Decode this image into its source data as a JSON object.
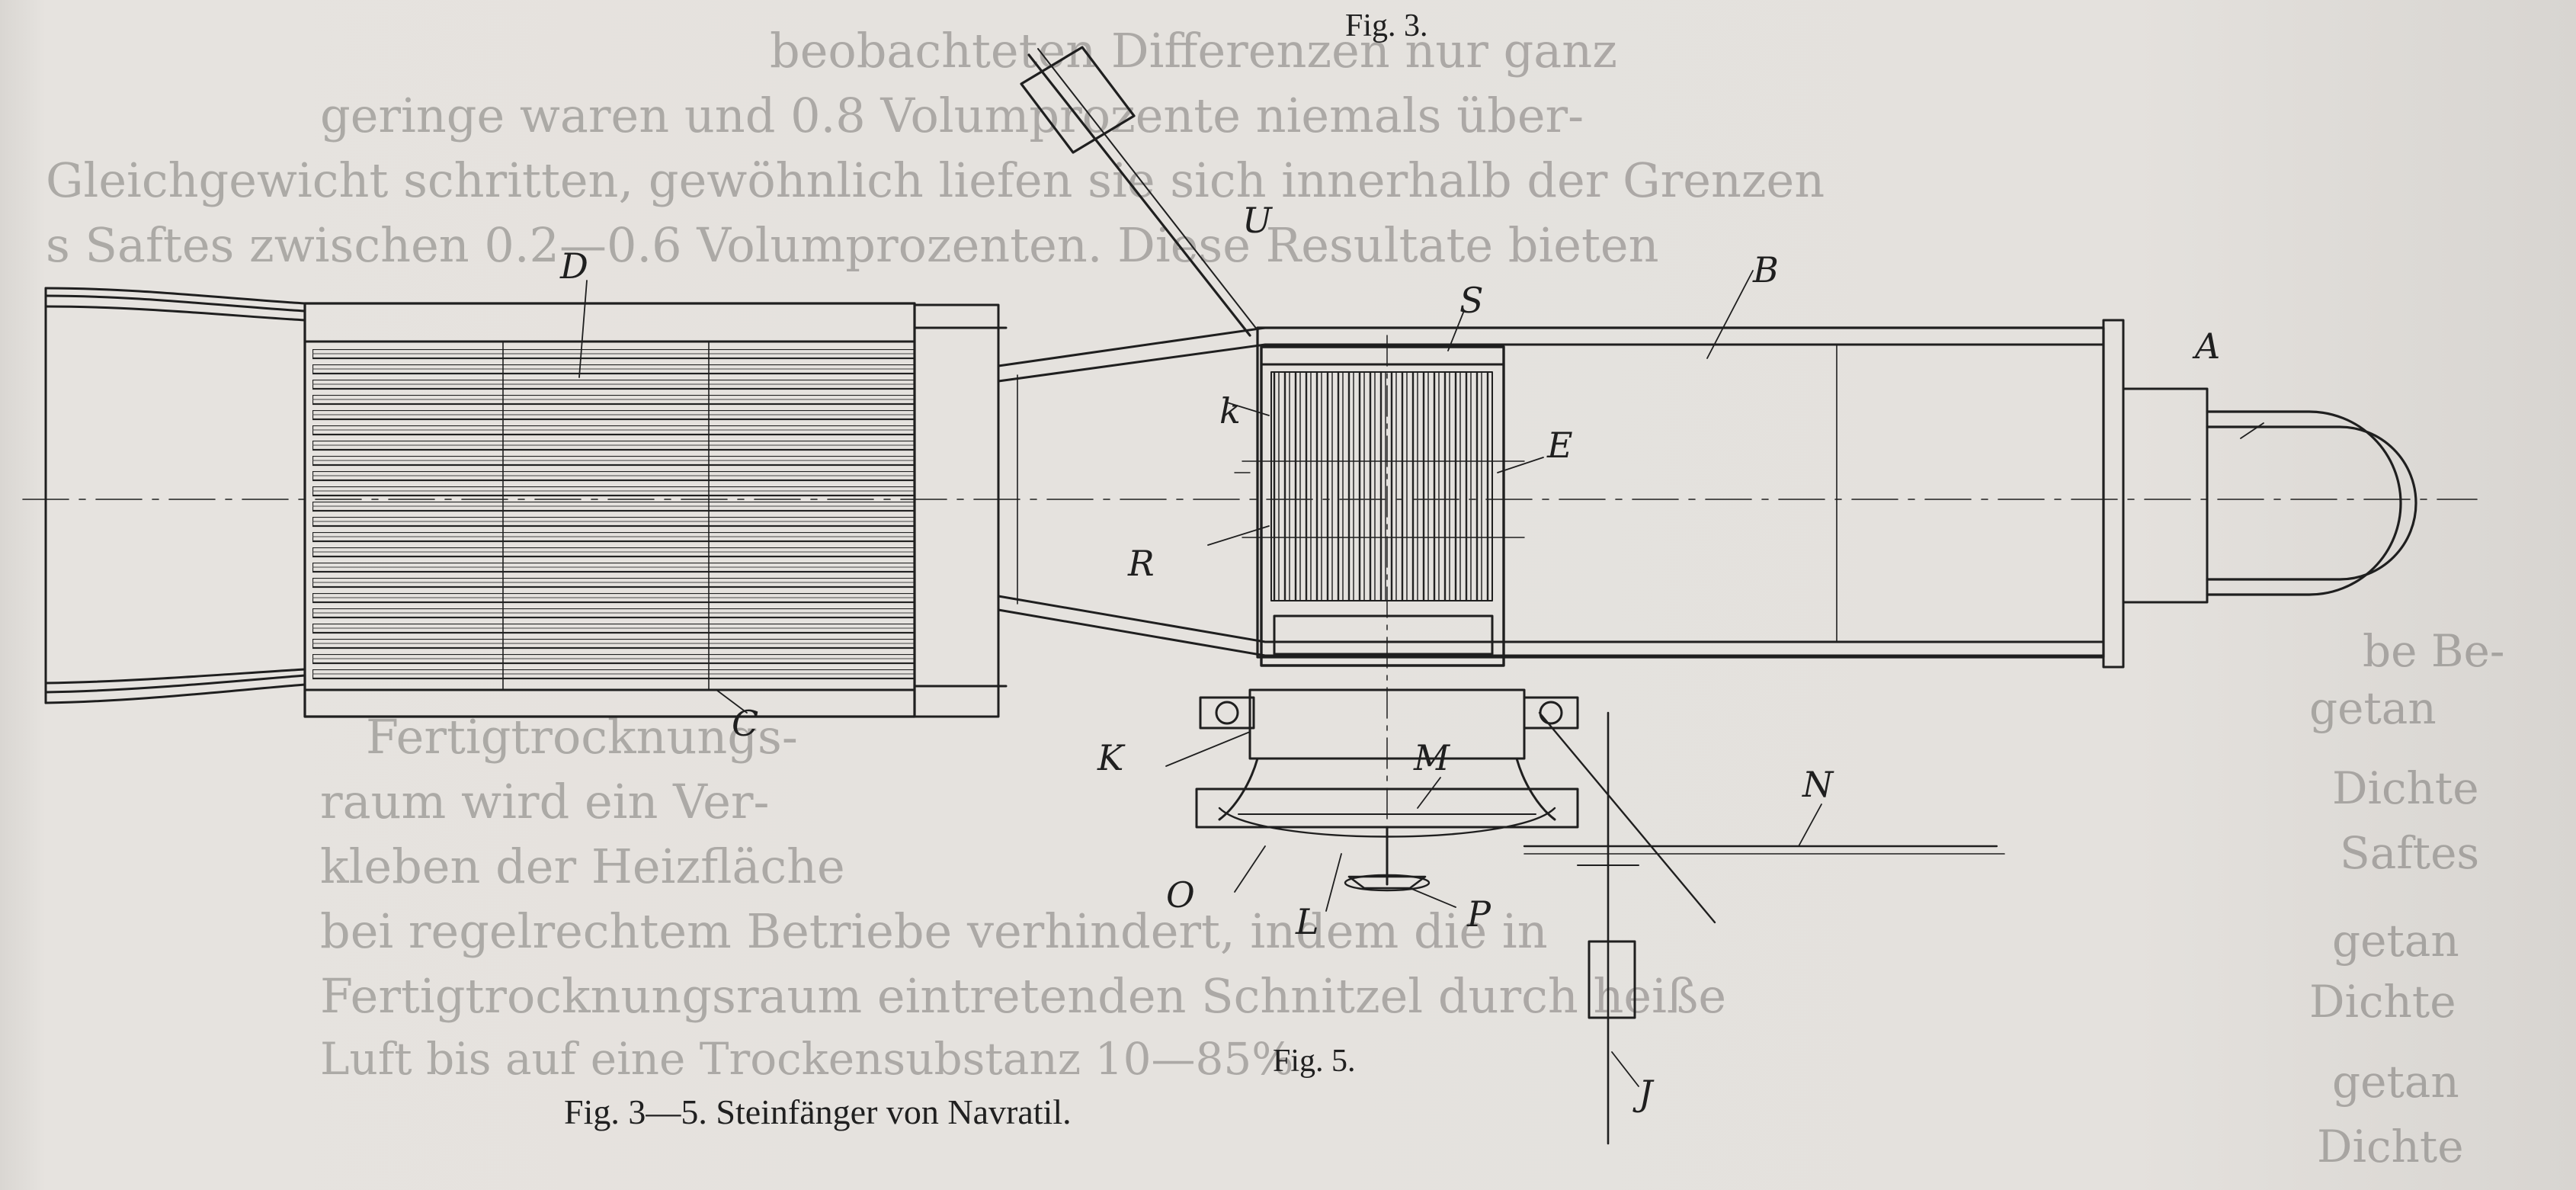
{
  "figure_labels": {
    "fig3": "Fig. 3.",
    "fig5": "Fig. 5.",
    "caption": "Fig. 3—5.  Steinfänger von Navratil."
  },
  "part_labels": {
    "A": "A",
    "B": "B",
    "C": "C",
    "D": "D",
    "E": "E",
    "S": "S",
    "U": "U",
    "k": "k",
    "R": "R",
    "K": "K",
    "M": "M",
    "N": "N",
    "O": "O",
    "L": "L",
    "P": "P",
    "J": "J"
  },
  "bleed_through": {
    "lines": [
      "beobachteten Differenzen nur ganz",
      "geringe waren und 0.8 Volumprozente niemals über-",
      "Gleichgewicht schritten, gewöhnlich liefen sie sich innerhalb der Grenzen",
      "s Saftes zwischen 0.2—0.6 Volumprozenten.   Diese Resultate bieten",
      "Fertigtrocknungs-",
      "raum wird ein Ver-",
      "kleben der Heizfläche",
      "bei regelrechtem Betriebe verhindert, indem die in",
      "Fertigtrocknungsraum eintretenden Schnitzel durch heiße",
      "Luft bis auf eine Trockensubstanz 10—85%",
      "getan",
      "Dichte",
      "Saftes",
      "getan",
      "Dichte",
      "getan",
      "Dichte",
      "be Be-"
    ]
  },
  "icons": {
    "drawing": "steam-dryer-stone-catcher-technical-drawing"
  }
}
